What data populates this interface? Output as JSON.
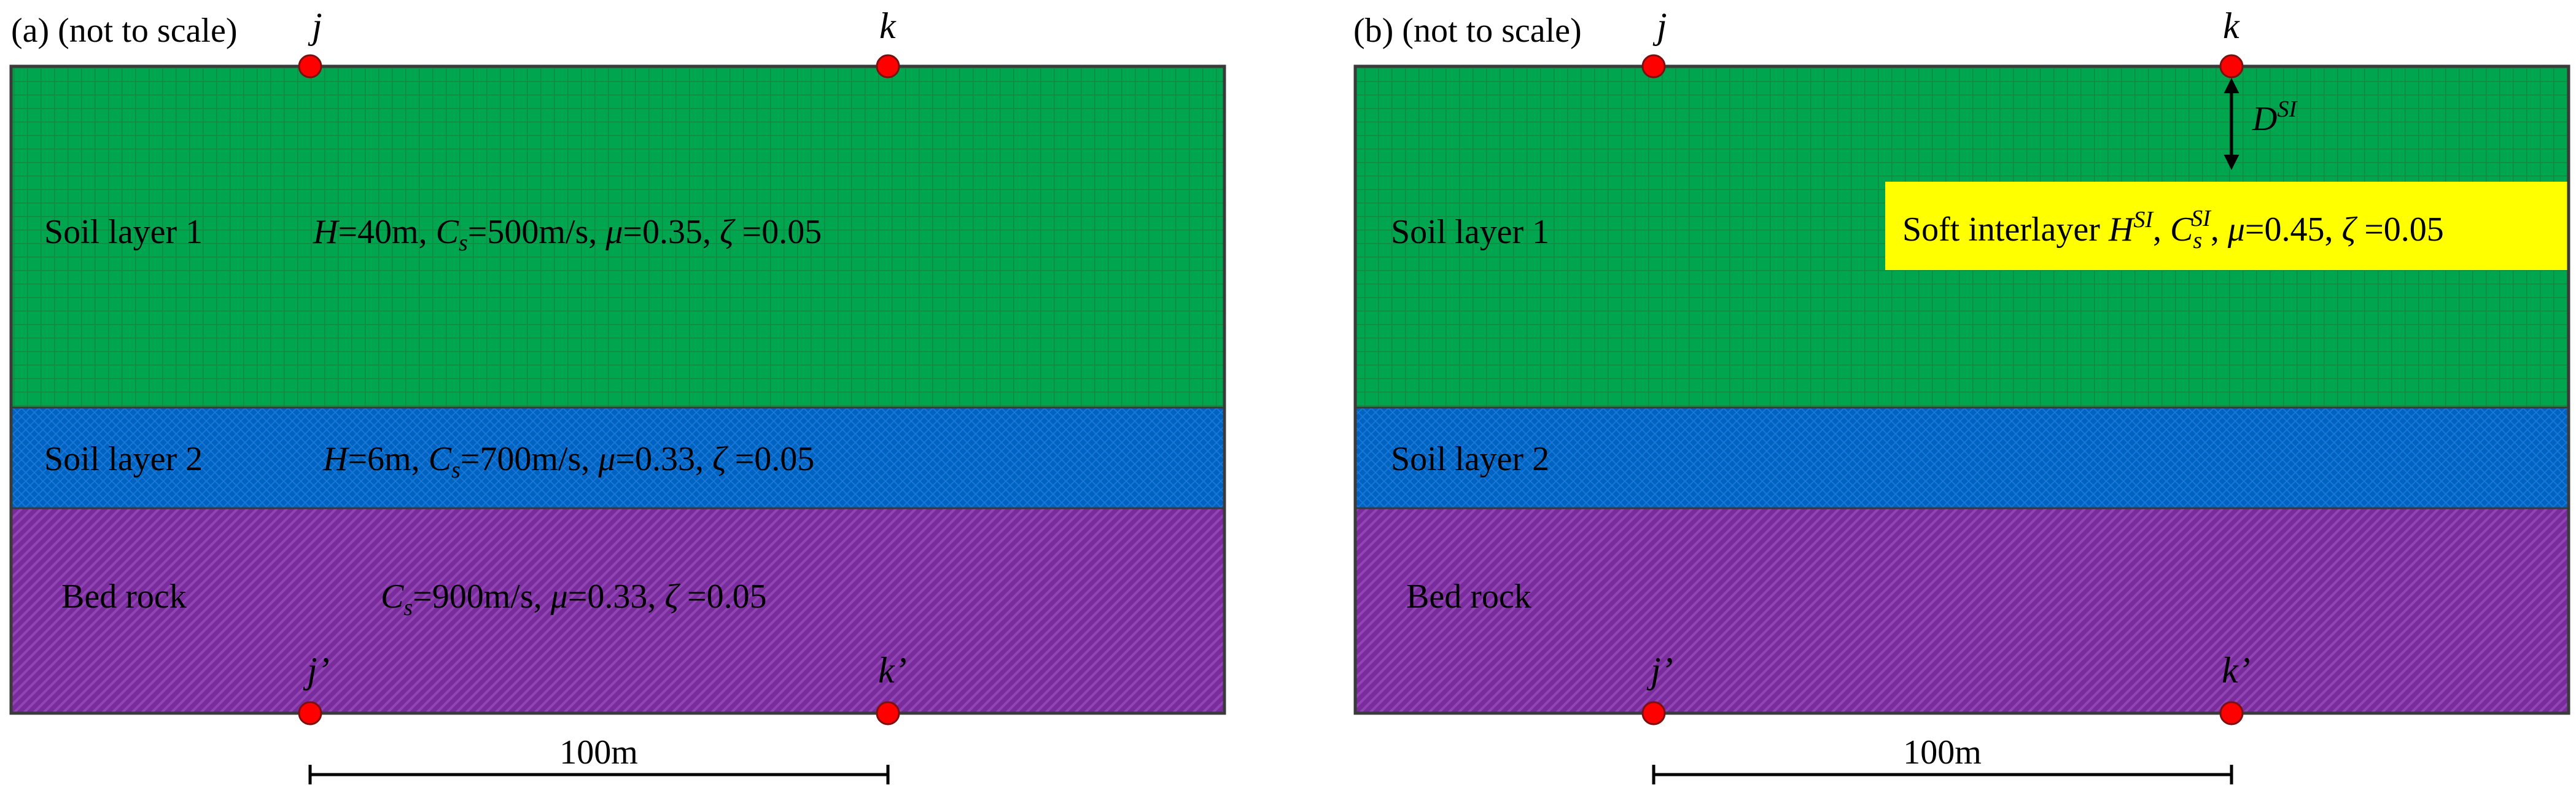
{
  "panel_a": {
    "caption": "(a) (not to scale)",
    "point_j": "j",
    "point_k": "k",
    "point_j_prime": "j’",
    "point_k_prime": "k’",
    "layer1": {
      "name": "Soil layer 1",
      "H_sym": "H",
      "H_val": "=40m, ",
      "Cs_sym": "C",
      "Cs_sub": "s",
      "Cs_val": "=500m/s, ",
      "mu_sym": "μ",
      "mu_val": "=0.35, ",
      "zeta_sym": "ζ",
      "zeta_val": " =0.05"
    },
    "layer2": {
      "name": "Soil layer 2",
      "H_sym": "H",
      "H_val": "=6m, ",
      "Cs_sym": "C",
      "Cs_sub": "s",
      "Cs_val": "=700m/s, ",
      "mu_sym": "μ",
      "mu_val": "=0.33, ",
      "zeta_sym": "ζ",
      "zeta_val": " =0.05"
    },
    "bedrock": {
      "name": "Bed rock",
      "Cs_sym": "C",
      "Cs_sub": "s",
      "Cs_val": "=900m/s, ",
      "mu_sym": "μ",
      "mu_val": "=0.33, ",
      "zeta_sym": "ζ",
      "zeta_val": " =0.05"
    },
    "scale_label": "100m"
  },
  "panel_b": {
    "caption": "(b) (not to scale)",
    "point_j": "j",
    "point_k": "k",
    "point_j_prime": "j’",
    "point_k_prime": "k’",
    "layer1_name": "Soil layer 1",
    "layer2_name": "Soil layer 2",
    "bedrock_name": "Bed rock",
    "depth_sym": "D",
    "depth_sup": "SI",
    "interlayer": {
      "name": "Soft interlayer  ",
      "H_sym": "H",
      "H_sup": "SI",
      "H_sep": ", ",
      "Cs_sym": "C",
      "Cs_sub": "s",
      "Cs_sup": "SI",
      "Cs_sep": ", ",
      "mu_sym": "μ",
      "mu_val": "=0.45, ",
      "zeta_sym": "ζ",
      "zeta_val": " =0.05"
    },
    "scale_label": "100m"
  },
  "colors": {
    "soil_layer_1": "#00a64f",
    "soil_layer_1_grid": "#0f8a3f",
    "soil_layer_2": "#0063c0",
    "soil_layer_2_hatch": "#1976d6",
    "bedrock": "#7a2c9c",
    "bedrock_hatch": "#9144b3",
    "soft_interlayer": "#ffff00",
    "point_fill": "#ff0000",
    "outline": "#3a3a3a"
  }
}
